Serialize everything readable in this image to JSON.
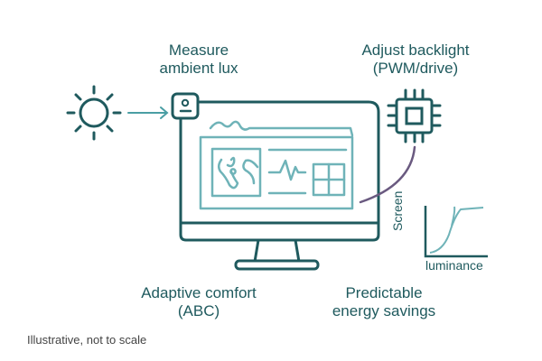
{
  "labels": {
    "measure": [
      "Measure",
      "ambient lux"
    ],
    "adjust": [
      "Adjust backlight",
      "(PWM/drive)"
    ],
    "adaptive": [
      "Adaptive comfort",
      "(ABC)"
    ],
    "energy": [
      "Predictable",
      "energy savings"
    ]
  },
  "chart": {
    "ylabel": "Screen",
    "xlabel": "luminance"
  },
  "caption": "Illustrative, not to scale",
  "icons": {
    "sun": "sun-icon",
    "sensor": "light-sensor-icon",
    "chip": "chip-icon",
    "monitor": "monitor-icon",
    "map": "map-icon",
    "pulse": "pulse-icon",
    "grid": "grid-icon"
  },
  "colors": {
    "dark": "#1f5a5e",
    "light": "#6fb3b8",
    "connector": "#6a5a80"
  }
}
